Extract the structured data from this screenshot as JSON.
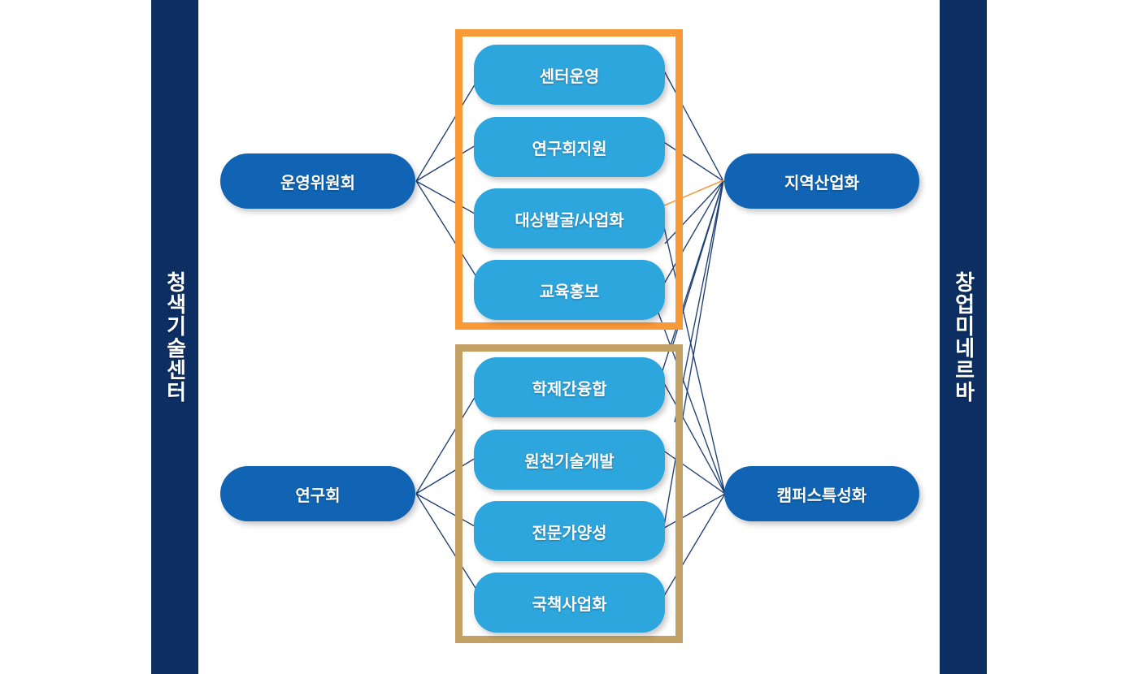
{
  "sides": {
    "left": {
      "label": "청색기술센터",
      "name": "left-vertical-bar"
    },
    "right": {
      "label": "창업미네르바",
      "name": "right-vertical-bar"
    }
  },
  "colors": {
    "navy_bar": "#0c2e63",
    "node_blue": "#1064b3",
    "pill_blue": "#2da5dd",
    "frame_orange": "#f89a37",
    "frame_tan": "#c3a165",
    "link_navy": "#1f3f73",
    "link_orange": "#f79a3c",
    "background": "#ffffff"
  },
  "nodes": {
    "left_top": "운영위원회",
    "left_bottom": "연구회",
    "right_top": "지역산업화",
    "right_bottom": "캠퍼스특성화"
  },
  "groups": [
    {
      "id": "group-top",
      "frame_color": "#f89a37",
      "items": [
        "센터운영",
        "연구회지원",
        "대상발굴/사업화",
        "교육홍보"
      ]
    },
    {
      "id": "group-bottom",
      "frame_color": "#c3a165",
      "items": [
        "학제간융합",
        "원천기술개발",
        "전문가양성",
        "국책사업화"
      ]
    }
  ],
  "chart_data": {
    "type": "diagram",
    "title": "",
    "layout": "bipartite fan: left hubs -> middle task pills -> right hubs",
    "left_hubs": [
      {
        "label": "운영위원회",
        "connects_to": [
          "센터운영",
          "연구회지원",
          "대상발굴/사업화",
          "교육홍보"
        ]
      },
      {
        "label": "연구회",
        "connects_to": [
          "학제간융합",
          "원천기술개발",
          "전문가양성",
          "국책사업화"
        ]
      }
    ],
    "right_hubs": [
      {
        "label": "지역산업화",
        "connects_from": [
          "센터운영",
          "연구회지원",
          "대상발굴/사업화",
          "교육홍보",
          "학제간융합",
          "원천기술개발",
          "전문가양성",
          "국책사업화"
        ]
      },
      {
        "label": "캠퍼스특성화",
        "connects_from": [
          "센터운영",
          "연구회지원",
          "대상발굴/사업화",
          "교육홍보",
          "학제간융합",
          "원천기술개발",
          "전문가양성",
          "국책사업화"
        ]
      }
    ],
    "highlighted_edge": {
      "from": "대상발굴/사업화",
      "to": "지역산업화",
      "color": "#f79a3c"
    }
  }
}
